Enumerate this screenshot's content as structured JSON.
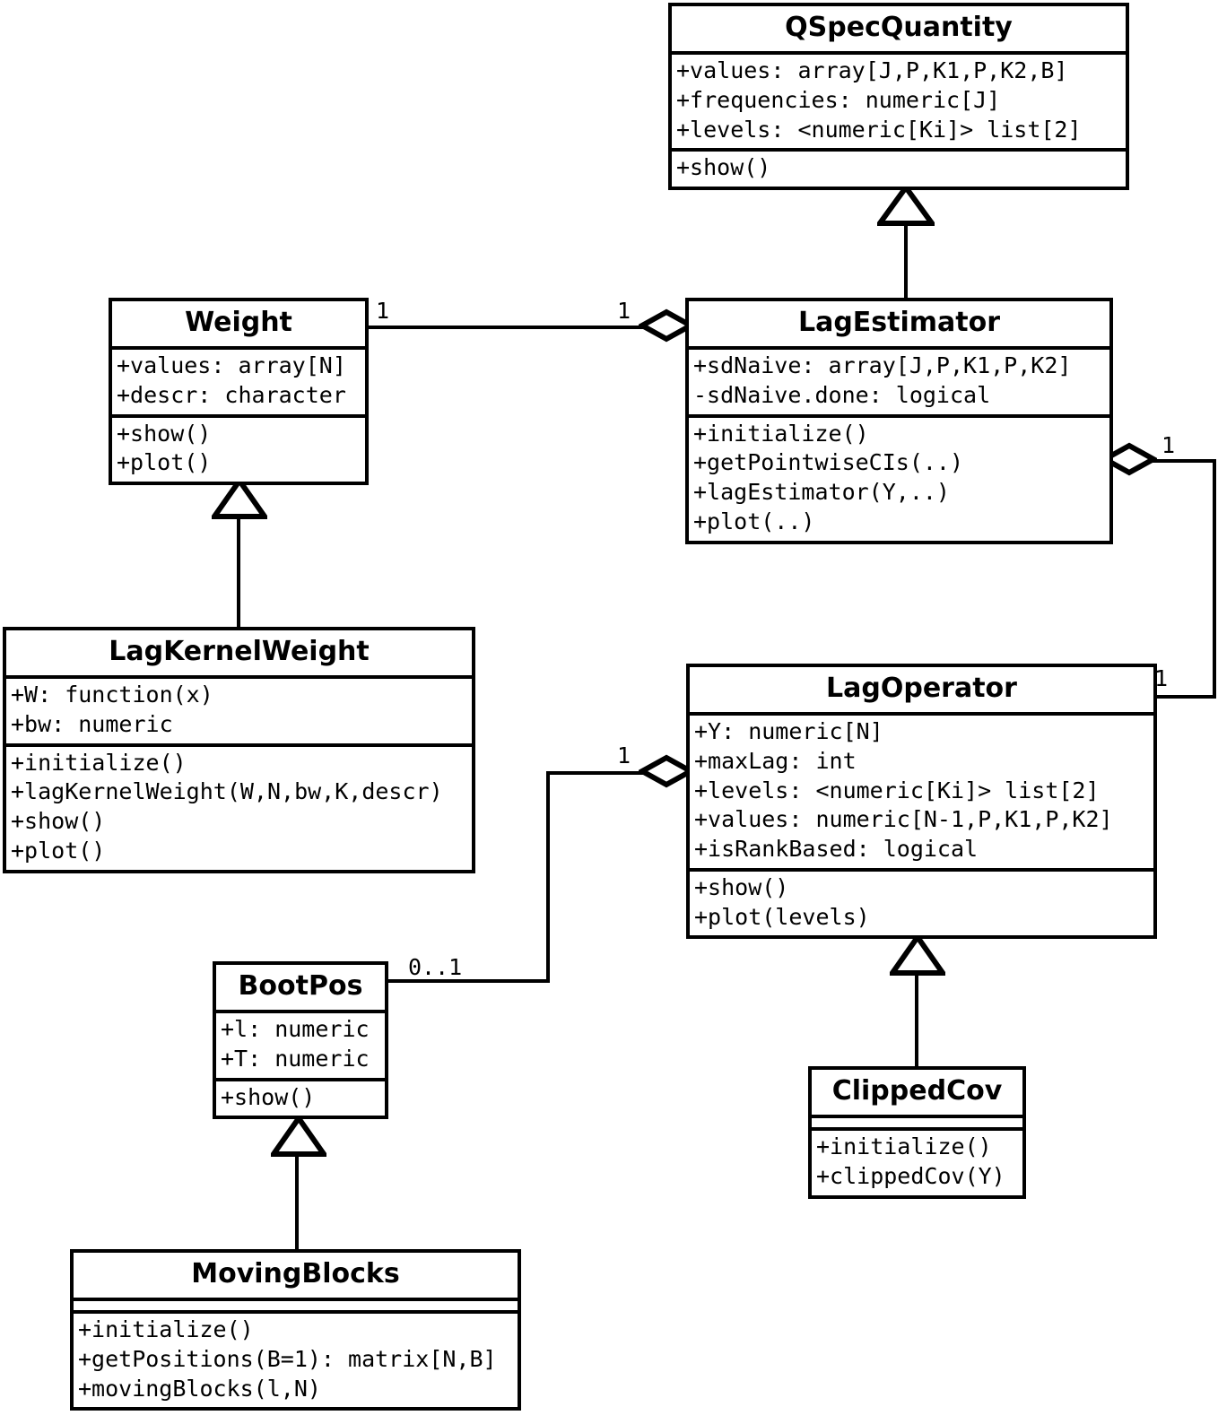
{
  "diagram": {
    "type": "uml-class-diagram",
    "title": "",
    "line_color": "#000000",
    "fill_color": "#ffffff"
  },
  "classes": [
    {
      "id": "qspecquantity",
      "name": "QSpecQuantity",
      "attributes": [
        "+values: array[J,P,K1,P,K2,B]",
        "+frequencies: numeric[J]",
        "+levels: <numeric[Ki]> list[2]"
      ],
      "methods": [
        "+show()"
      ]
    },
    {
      "id": "weight",
      "name": "Weight",
      "attributes": [
        "+values: array[N]",
        "+descr: character"
      ],
      "methods": [
        "+show()",
        "+plot()"
      ]
    },
    {
      "id": "lagestimator",
      "name": "LagEstimator",
      "attributes": [
        "+sdNaive: array[J,P,K1,P,K2]",
        "-sdNaive.done: logical"
      ],
      "methods": [
        "+initialize()",
        "+getPointwiseCIs(..)",
        "+lagEstimator(Y,..)",
        "+plot(..)"
      ]
    },
    {
      "id": "lagkernelweight",
      "name": "LagKernelWeight",
      "attributes": [
        "+W: function(x)",
        "+bw: numeric"
      ],
      "methods": [
        "+initialize()",
        "+lagKernelWeight(W,N,bw,K,descr)",
        "+show()",
        "+plot()"
      ]
    },
    {
      "id": "lagoperator",
      "name": "LagOperator",
      "attributes": [
        "+Y: numeric[N]",
        "+maxLag: int",
        "+levels: <numeric[Ki]> list[2]",
        "+values: numeric[N-1,P,K1,P,K2]",
        "+isRankBased: logical"
      ],
      "methods": [
        "+show()",
        "+plot(levels)"
      ]
    },
    {
      "id": "bootpos",
      "name": "BootPos",
      "attributes": [
        "+l: numeric",
        "+T: numeric"
      ],
      "methods": [
        "+show()"
      ]
    },
    {
      "id": "clippedcov",
      "name": "ClippedCov",
      "attributes": [],
      "methods": [
        "+initialize()",
        "+clippedCov(Y)"
      ]
    },
    {
      "id": "movingblocks",
      "name": "MovingBlocks",
      "attributes": [],
      "methods": [
        "+initialize()",
        "+getPositions(B=1): matrix[N,B]",
        "+movingBlocks(l,N)"
      ]
    }
  ],
  "relationships": [
    {
      "id": "gen-lagestimator-qspecquantity",
      "kind": "generalization",
      "from": "LagEstimator",
      "to": "QSpecQuantity"
    },
    {
      "id": "gen-lagkernelweight-weight",
      "kind": "generalization",
      "from": "LagKernelWeight",
      "to": "Weight"
    },
    {
      "id": "gen-clippedcov-lagoperator",
      "kind": "generalization",
      "from": "ClippedCov",
      "to": "LagOperator"
    },
    {
      "id": "gen-movingblocks-bootpos",
      "kind": "generalization",
      "from": "MovingBlocks",
      "to": "BootPos"
    },
    {
      "id": "agg-lagestimator-weight",
      "kind": "aggregation",
      "whole": "LagEstimator",
      "part": "Weight",
      "whole_multiplicity": "1",
      "part_multiplicity": "1"
    },
    {
      "id": "agg-lagestimator-lagoperator",
      "kind": "aggregation",
      "whole": "LagEstimator",
      "part": "LagOperator",
      "whole_multiplicity": "1",
      "part_multiplicity": "1"
    },
    {
      "id": "agg-lagoperator-bootpos",
      "kind": "aggregation",
      "whole": "LagOperator",
      "part": "BootPos",
      "whole_multiplicity": "1",
      "part_multiplicity": "0..1"
    }
  ],
  "multiplicity_labels": {
    "weight_right": "1",
    "lagestimator_left": "1",
    "lagestimator_right": "1",
    "lagoperator_right": "1",
    "lagoperator_left": "1",
    "bootpos_right": "0..1"
  }
}
